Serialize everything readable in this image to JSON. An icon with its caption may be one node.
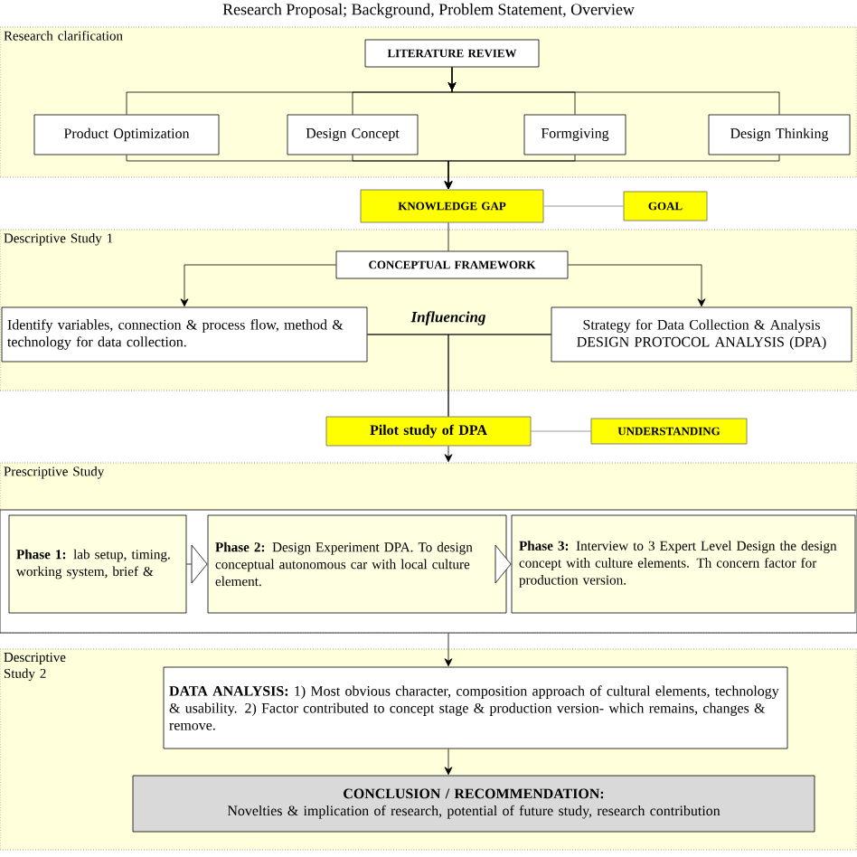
{
  "diagram": {
    "title": "Research Proposal; Background, Problem Statement, Overview",
    "nodes": [
      {
        "text": [
          "Research clarification"
        ]
      },
      {
        "text": [
          "LITERATURE REVIEW"
        ],
        "in": 0
      },
      {
        "text": [
          "Product Optimization"
        ],
        "in": 0
      },
      {
        "text": [
          "Design Concept"
        ],
        "in": 0
      },
      {
        "text": [
          "Formgiving"
        ],
        "in": 0
      },
      {
        "text": [
          "Design Thinking"
        ],
        "in": 0
      },
      {
        "text": [
          "KNOWLEDGE GAP"
        ]
      },
      {
        "text": [
          "GOAL"
        ]
      },
      {
        "text": [
          "Descriptive Study 1"
        ]
      },
      {
        "text": [
          "CONCEPTUAL FRAMEWORK"
        ],
        "in": 8
      },
      {
        "text": [
          "Identify variables, connection & process flow, method & technology for data collection."
        ],
        "in": 8
      },
      {
        "text": [
          "Strategy for Data Collection & Analysis",
          "DESIGN PROTOCOL ANALYSIS (DPA)"
        ],
        "in": 8
      },
      {
        "text": [
          "Pilot study of DPA"
        ]
      },
      {
        "text": [
          "UNDERSTANDING"
        ]
      },
      {
        "text": [
          "Prescriptive Study"
        ]
      },
      {
        "text": [
          "**Phase 1:** lab setup, timing. working system, brief &"
        ],
        "in": 14
      },
      {
        "text": [
          "**Phase 2:** Design Experiment DPA. To design conceptual autonomous car with local culture element."
        ],
        "in": 14
      },
      {
        "text": [
          "**Phase 3:** Interview to 3 Expert Level Design the design concept with culture elements. Th concern factor for production version."
        ],
        "in": 14
      },
      {
        "text": [
          "Descriptive Study 2"
        ]
      },
      {
        "text": [
          "**DATA ANALYSIS:** 1) Most obvious character, composition approach of cultural elements, technology & usability. 2) Factor contributed to concept stage & production version- which remains, changes & remove."
        ],
        "in": 18
      },
      {
        "text": [
          "CONCLUSION / RECOMMENDATION:",
          "Novelties & implication of research, potential of future study, research contribution"
        ],
        "in": 18
      }
    ],
    "edges": [
      {
        "from": 1,
        "to": 2,
        "arrow": "to"
      },
      {
        "from": 1,
        "to": 3,
        "arrow": "to"
      },
      {
        "from": 1,
        "to": 4,
        "arrow": "to"
      },
      {
        "from": 1,
        "to": 5,
        "arrow": "to"
      },
      {
        "from": 2,
        "to": 6,
        "arrow": "to"
      },
      {
        "from": 3,
        "to": 6,
        "arrow": "to"
      },
      {
        "from": 4,
        "to": 6,
        "arrow": "to"
      },
      {
        "from": 5,
        "to": 6,
        "arrow": "to"
      },
      {
        "from": 6,
        "to": 7,
        "arrow": "none",
        "color": "#808080"
      },
      {
        "from": 6,
        "to": 9,
        "arrow": "none"
      },
      {
        "from": 9,
        "to": 10,
        "arrow": "to"
      },
      {
        "from": 9,
        "to": 11,
        "arrow": "to"
      },
      {
        "from": 10,
        "to": 11,
        "arrow": "none",
        "label": "Influencing"
      },
      {
        "from": 10,
        "to": 12,
        "arrow": "none"
      },
      {
        "from": 11,
        "to": 12,
        "arrow": "none"
      },
      {
        "from": 12,
        "to": 13,
        "arrow": "none",
        "color": "#808080"
      },
      {
        "from": 12,
        "to": 14,
        "arrow": "to"
      },
      {
        "from": 15,
        "to": 16,
        "arrow": "to"
      },
      {
        "from": 16,
        "to": 17,
        "arrow": "to"
      },
      {
        "from": 14,
        "to": 19,
        "arrow": "to"
      },
      {
        "from": 19,
        "to": 20,
        "arrow": "to"
      }
    ]
  }
}
